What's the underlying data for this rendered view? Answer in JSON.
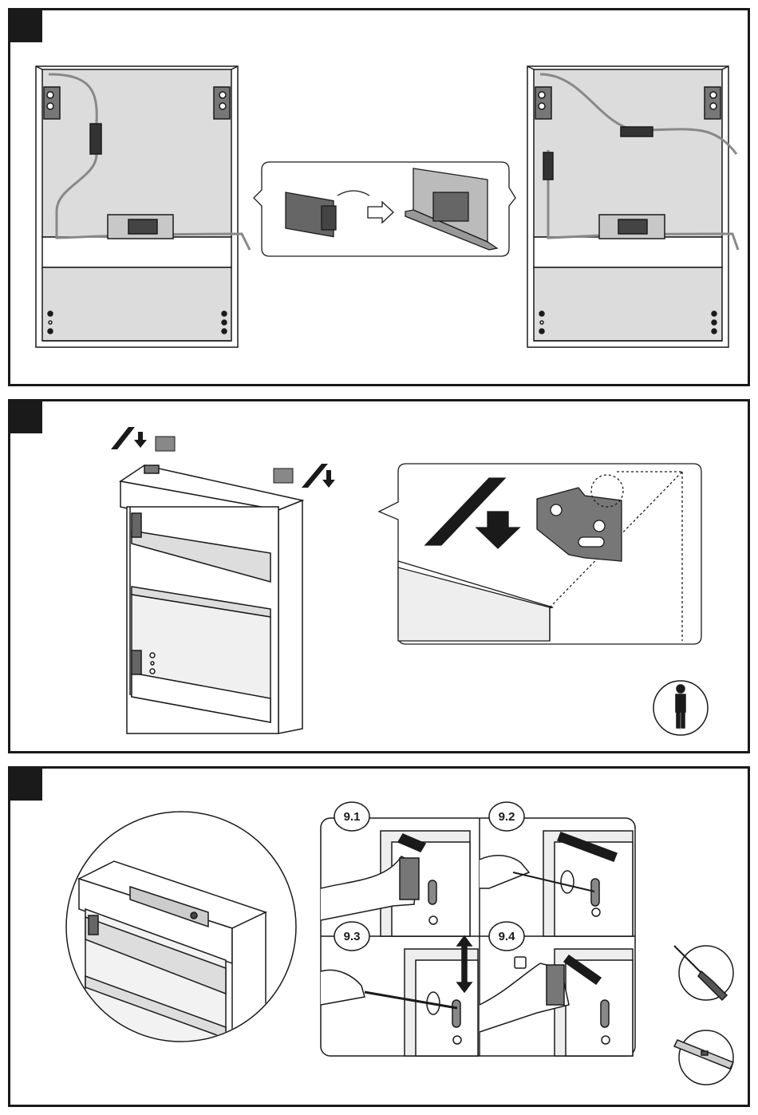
{
  "steps": [
    {
      "id": "step-7"
    },
    {
      "id": "step-8"
    },
    {
      "id": "step-9"
    }
  ],
  "substeps": {
    "s1": "9.1",
    "s2": "9.2",
    "s3": "9.3",
    "s4": "9.4"
  },
  "icons": [
    "person-icon",
    "screwdriver-icon",
    "spirit-level-icon",
    "arrow-right-icon"
  ],
  "colors": {
    "ink": "#1a1a1a",
    "panel_fill": "#d9d9d9",
    "light_fill": "#eeeeee"
  }
}
